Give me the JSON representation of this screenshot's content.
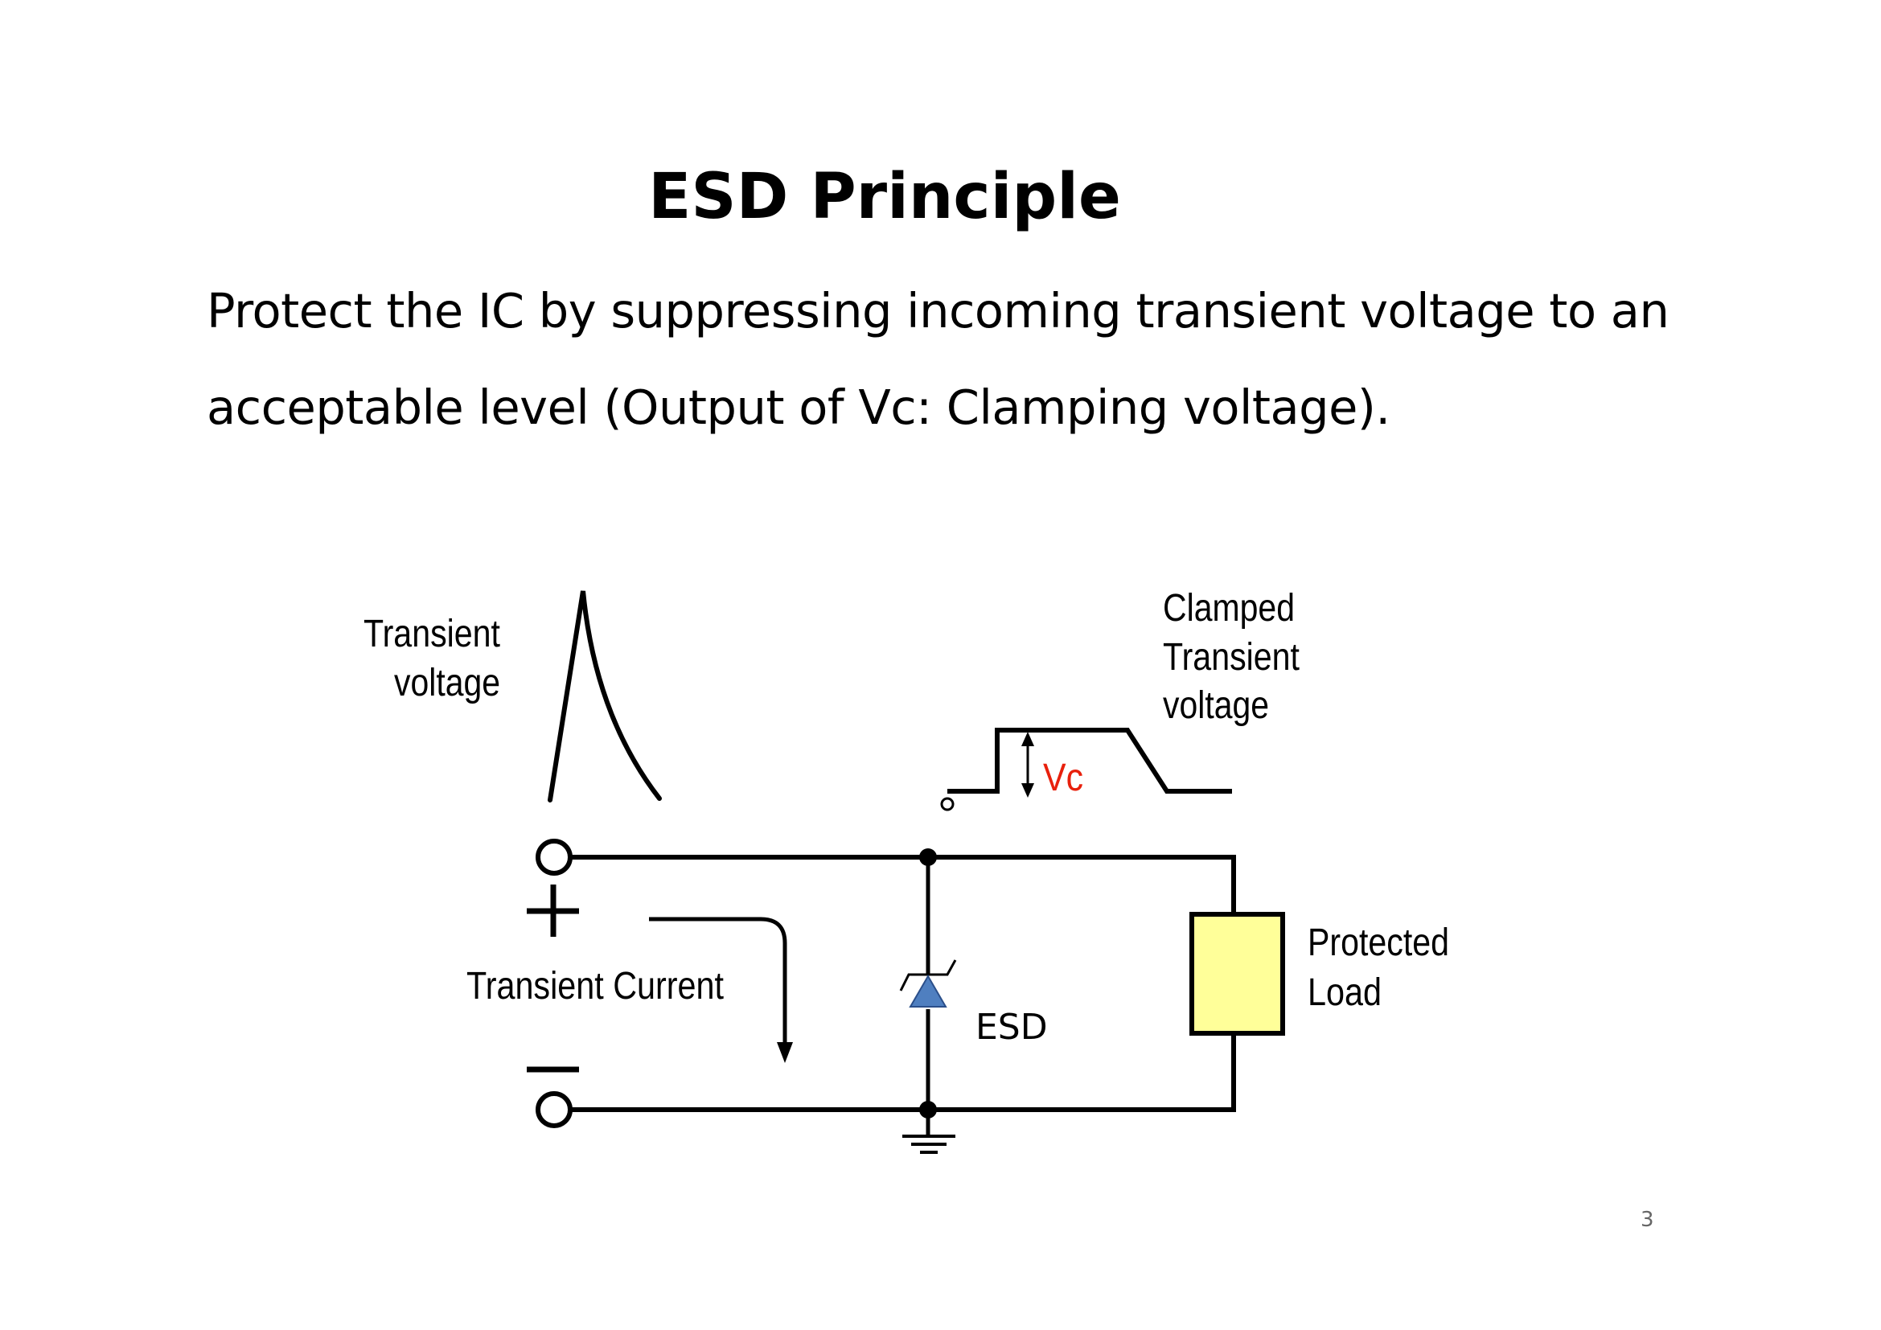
{
  "slide": {
    "title": "ESD Principle",
    "body_lines": [
      "Protect the IC by suppressing incoming transient voltage to an",
      "acceptable level (Output of Vc: Clamping voltage)."
    ],
    "page_number": "3"
  },
  "diagram": {
    "labels": {
      "transient_voltage": [
        "Transient",
        "voltage"
      ],
      "clamped_transient_voltage": [
        "Clamped",
        "Transient",
        "voltage"
      ],
      "vc": "Vc",
      "transient_current": "Transient Current",
      "esd": "ESD",
      "protected_load": [
        "Protected",
        "Load"
      ],
      "plus": "+",
      "minus": "−"
    },
    "colors": {
      "wire": "#000000",
      "vc_label": "#e8200c",
      "diode_fill": "#4f7fc0",
      "diode_stroke": "#2b4f8a",
      "load_fill": "#ffff99"
    }
  }
}
